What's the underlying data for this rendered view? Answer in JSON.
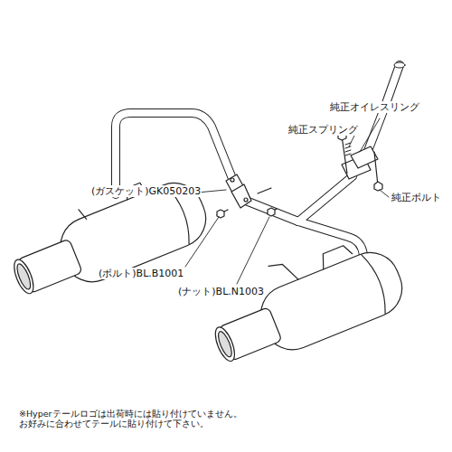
{
  "diagram": {
    "labels": [
      "純正オイレスリング",
      "純正スプリング",
      "(ガスケット)GK050203",
      "純正ボルト",
      "(ボルト)BL.B1001",
      "(ナット)BL.N1003",
      "※Hyperテールロゴは出荷時には貼り付けていません。 お好みに合わせてテールに貼り付けて下さい。"
    ]
  }
}
